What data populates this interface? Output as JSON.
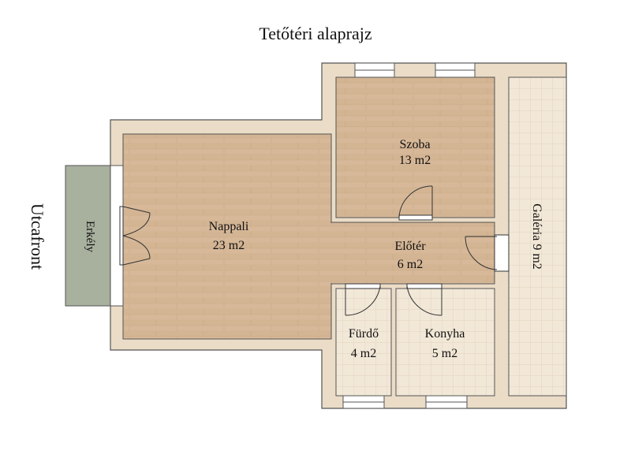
{
  "title": "Tetőtéri alaprajz",
  "street_side": "Utcafront",
  "rooms": {
    "nappali": {
      "name": "Nappali",
      "area": "23 m2"
    },
    "szoba": {
      "name": "Szoba",
      "area": "13 m2"
    },
    "eloter": {
      "name": "Előtér",
      "area": "6 m2"
    },
    "furdo": {
      "name": "Fürdő",
      "area": "4 m2"
    },
    "konyha": {
      "name": "Konyha",
      "area": "5 m2"
    },
    "galeria": {
      "name": "Galéria 9 m2"
    },
    "erkely": {
      "name": "Erkély"
    }
  },
  "colors": {
    "wall": "#eadcc6",
    "wall_line": "#555555",
    "wood_floor": "#d7b99a",
    "tile_floor": "#f2e8d8",
    "balcony": "#a8b09e"
  }
}
